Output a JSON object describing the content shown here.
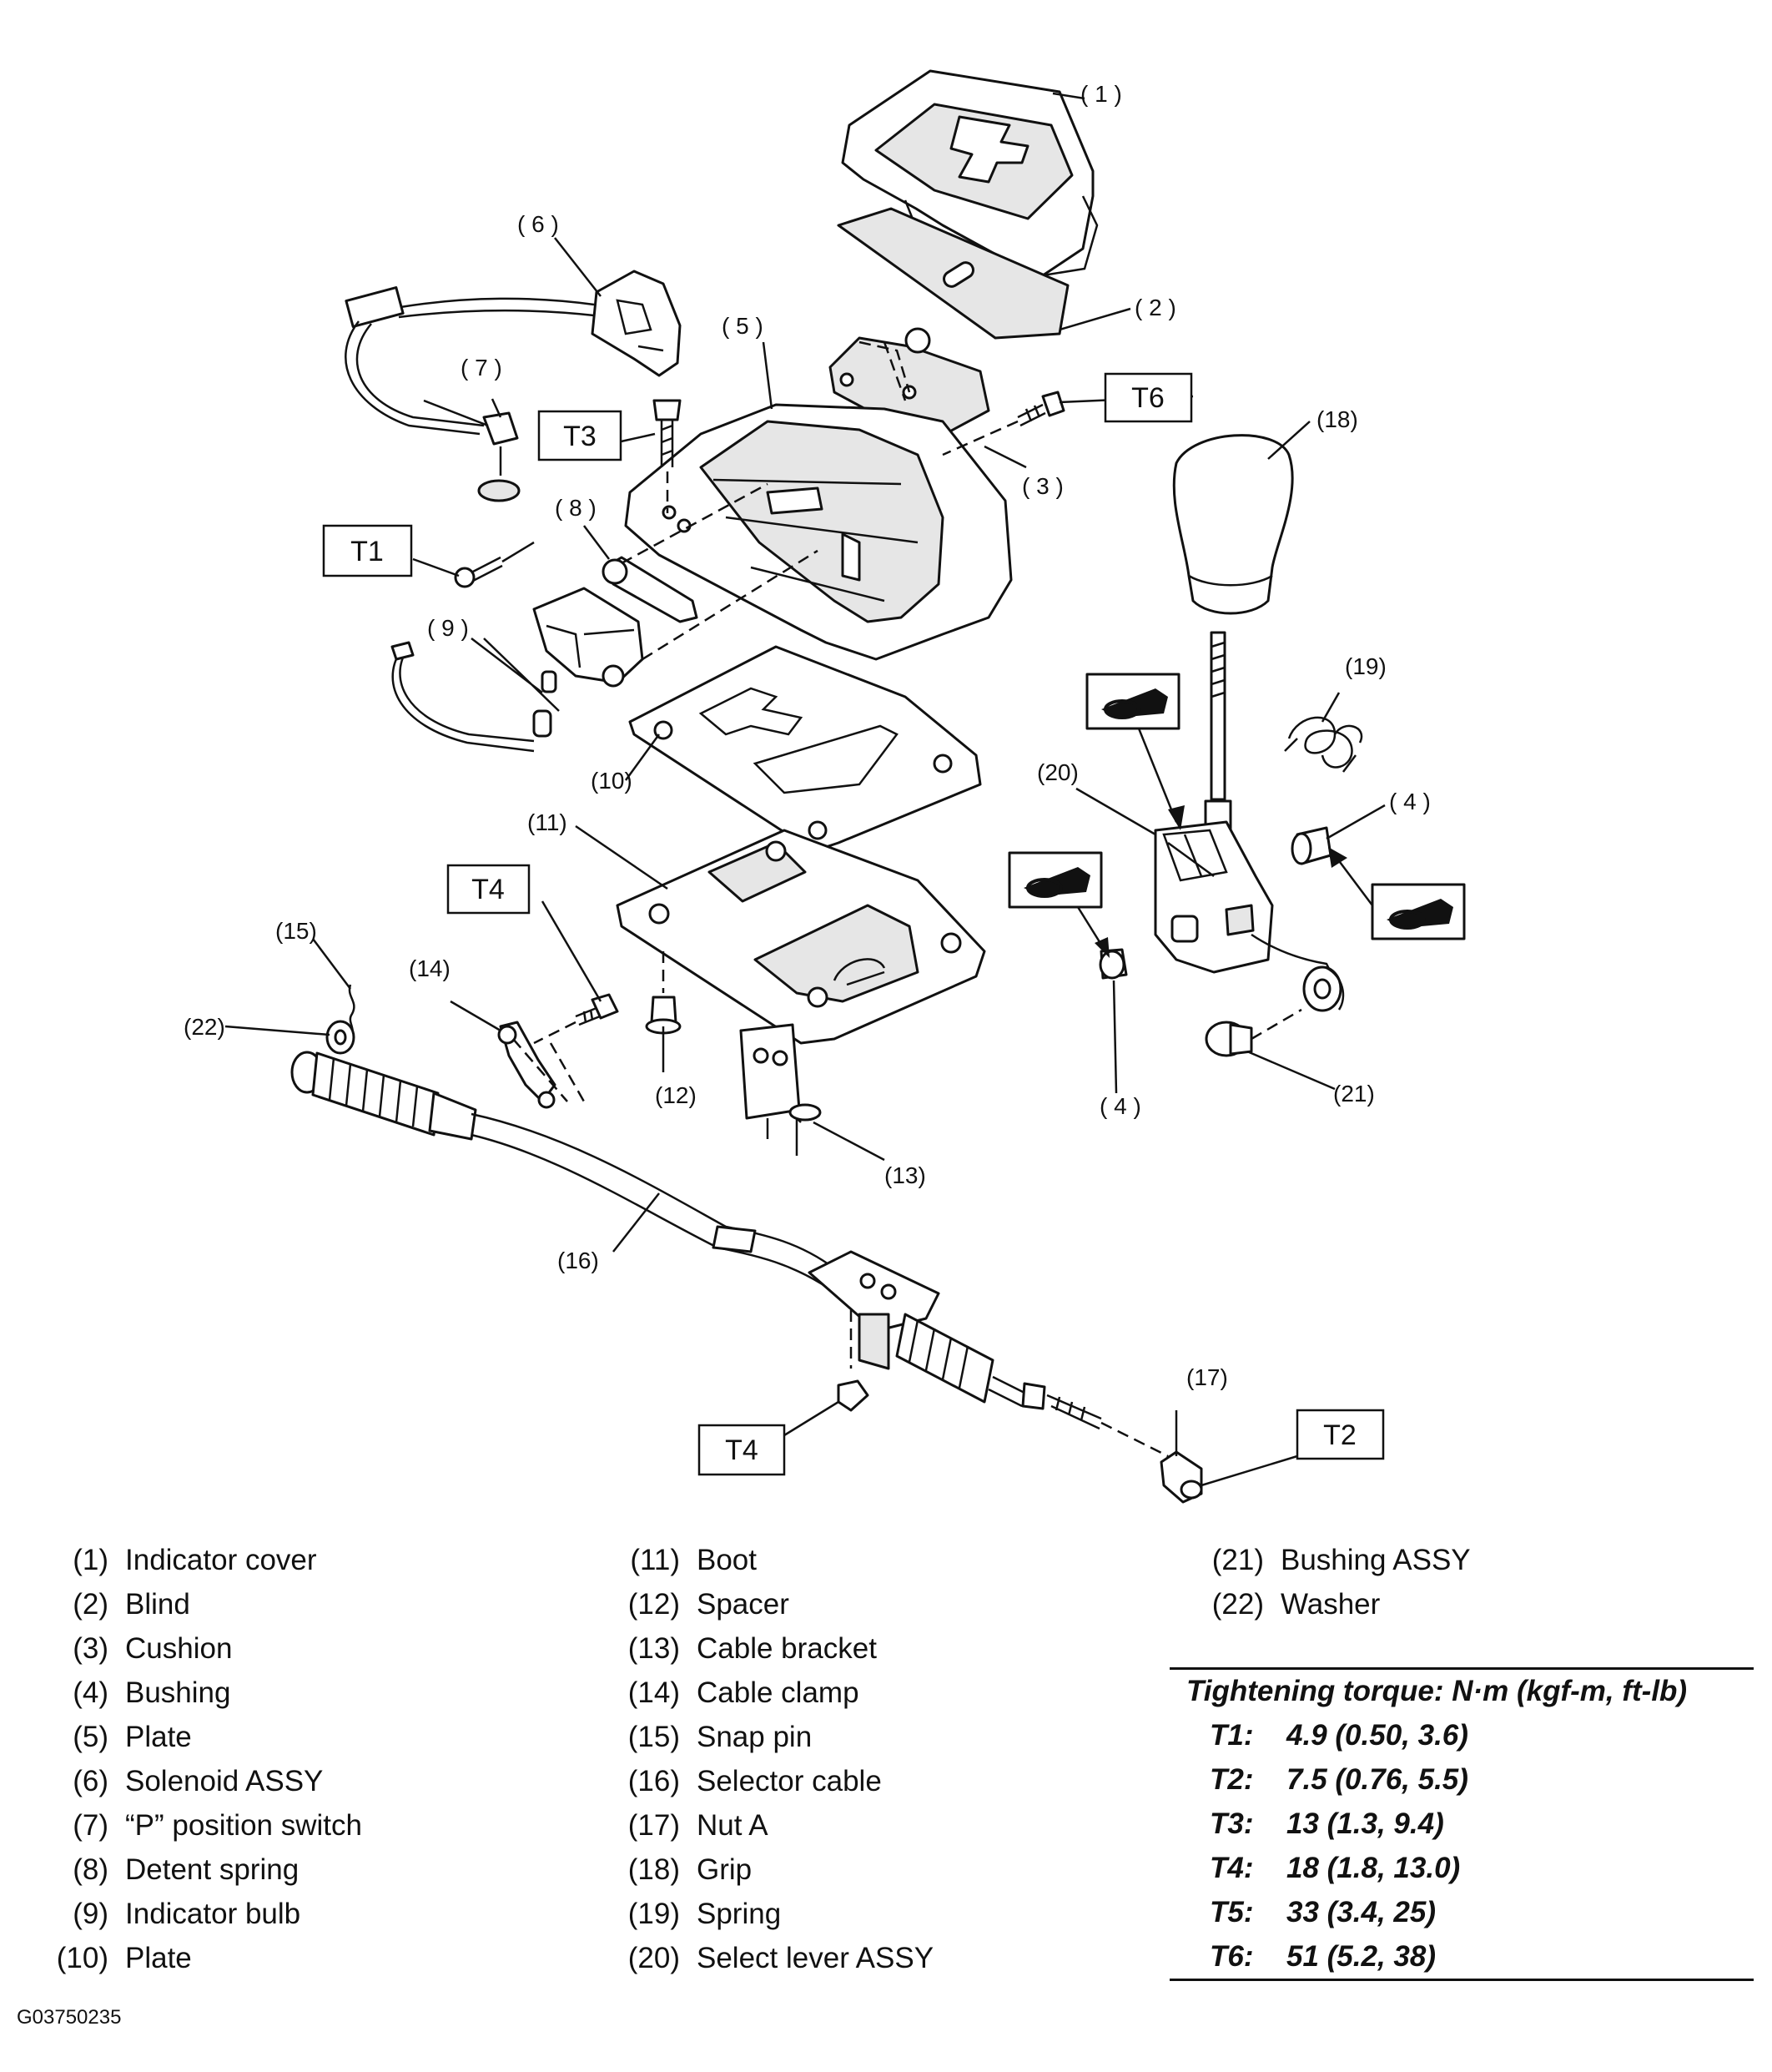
{
  "callouts": {
    "c1": "( 1 )",
    "c2": "( 2 )",
    "c3": "( 3 )",
    "c4a": "( 4 )",
    "c4b": "( 4 )",
    "c5": "( 5 )",
    "c6": "( 6 )",
    "c7": "( 7 )",
    "c8": "( 8 )",
    "c9": "( 9 )",
    "c10": "(10)",
    "c11": "(11)",
    "c12": "(12)",
    "c13": "(13)",
    "c14": "(14)",
    "c15": "(15)",
    "c16": "(16)",
    "c17": "(17)",
    "c18": "(18)",
    "c19": "(19)",
    "c20": "(20)",
    "c21": "(21)",
    "c22": "(22)"
  },
  "torque_tags": {
    "t1": "T1",
    "t2": "T2",
    "t3": "T3",
    "t4a": "T4",
    "t4b": "T4",
    "t6": "T6"
  },
  "legend": {
    "col1": [
      {
        "num": "(1)",
        "name": "Indicator cover"
      },
      {
        "num": "(2)",
        "name": "Blind"
      },
      {
        "num": "(3)",
        "name": "Cushion"
      },
      {
        "num": "(4)",
        "name": "Bushing"
      },
      {
        "num": "(5)",
        "name": "Plate"
      },
      {
        "num": "(6)",
        "name": "Solenoid ASSY"
      },
      {
        "num": "(7)",
        "name": "“P” position switch"
      },
      {
        "num": "(8)",
        "name": "Detent spring"
      },
      {
        "num": "(9)",
        "name": "Indicator bulb"
      },
      {
        "num": "(10)",
        "name": "Plate"
      }
    ],
    "col2": [
      {
        "num": "(11)",
        "name": "Boot"
      },
      {
        "num": "(12)",
        "name": "Spacer"
      },
      {
        "num": "(13)",
        "name": "Cable bracket"
      },
      {
        "num": "(14)",
        "name": "Cable clamp"
      },
      {
        "num": "(15)",
        "name": "Snap pin"
      },
      {
        "num": "(16)",
        "name": "Selector cable"
      },
      {
        "num": "(17)",
        "name": "Nut A"
      },
      {
        "num": "(18)",
        "name": "Grip"
      },
      {
        "num": "(19)",
        "name": "Spring"
      },
      {
        "num": "(20)",
        "name": "Select lever ASSY"
      }
    ],
    "col3": [
      {
        "num": "(21)",
        "name": "Bushing ASSY"
      },
      {
        "num": "(22)",
        "name": "Washer"
      }
    ]
  },
  "torque": {
    "title": "Tightening torque: N·m (kgf-m, ft-lb)",
    "rows": [
      {
        "key": "T1:",
        "value": "4.9 (0.50, 3.6)"
      },
      {
        "key": "T2:",
        "value": "7.5 (0.76, 5.5)"
      },
      {
        "key": "T3:",
        "value": "13 (1.3, 9.4)"
      },
      {
        "key": "T4:",
        "value": "18 (1.8, 13.0)"
      },
      {
        "key": "T5:",
        "value": "33 (3.4, 25)"
      },
      {
        "key": "T6:",
        "value": "51 (5.2, 38)"
      }
    ]
  },
  "figure_id": "G03750235",
  "icons": [
    "grease-icon",
    "grease-icon",
    "grease-icon"
  ]
}
